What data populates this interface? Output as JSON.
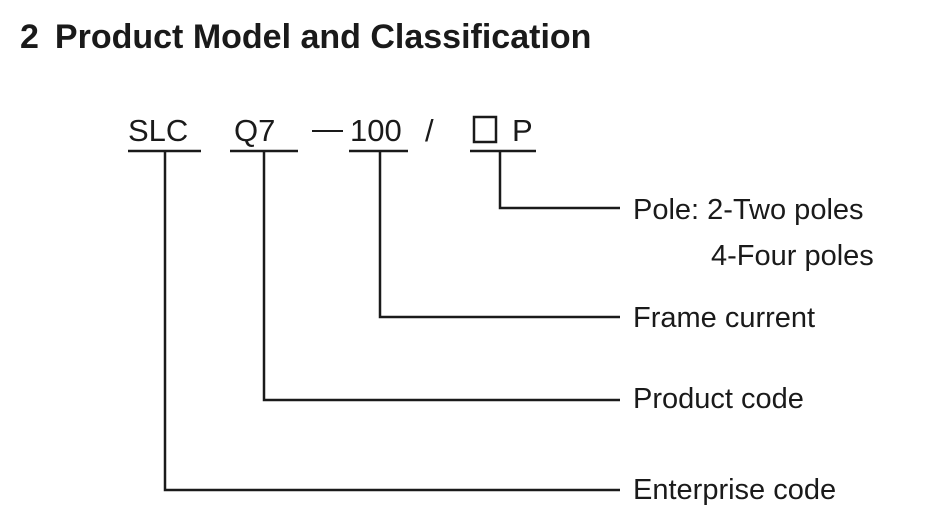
{
  "section": {
    "number": "2",
    "title": "Product Model and Classification"
  },
  "model": {
    "enterprise_code": "SLC",
    "product_code": "Q7",
    "dash": "—",
    "frame_current": "100",
    "slash": "/",
    "pole_placeholder": "□",
    "pole_suffix": "P"
  },
  "legend": {
    "pole_line1": "Pole: 2-Two poles",
    "pole_line2": "4-Four poles",
    "frame_current": "Frame current",
    "product_code": "Product code",
    "enterprise_code": "Enterprise code"
  }
}
